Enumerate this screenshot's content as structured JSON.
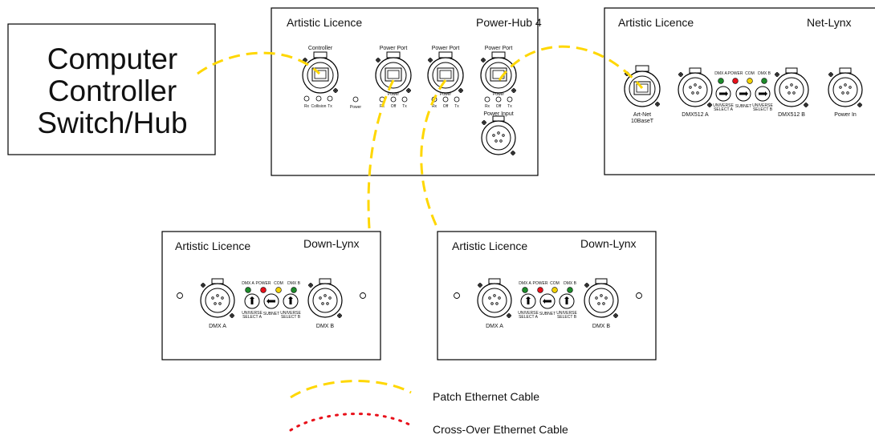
{
  "colors": {
    "patch_cable": "#ffd700",
    "crossover_cable": "#e8101a",
    "led_green": "#1d8a2a",
    "led_red": "#e8101a",
    "led_yellow": "#f2d200"
  },
  "controller": {
    "lines": [
      "Computer",
      "Controller",
      "Switch/Hub"
    ]
  },
  "power_hub": {
    "brand": "Artistic Licence",
    "model": "Power-Hub 4",
    "controller_label": "Controller",
    "power_port_label": "Power Port",
    "power_label": "Power",
    "power_input_label": "Power Input",
    "controller_leds": [
      "Rx",
      "Collision",
      "Tx"
    ],
    "port_leds": [
      "Rx",
      "Off",
      "Tx"
    ]
  },
  "net_lynx": {
    "brand": "Artistic Licence",
    "model": "Net-Lynx",
    "artnet_line1": "Art-Net",
    "artnet_line2": "10BaseT",
    "dmx_a": "DMX512 A",
    "dmx_b": "DMX512 B",
    "power_in": "Power In",
    "led_labels": [
      "DMX A",
      "POWER",
      "COM",
      "DMX B"
    ],
    "universe_line1": "UNIVERSE",
    "select_a": "SELECT A",
    "select_b": "SELECT B",
    "subnet": "SUBNET"
  },
  "down_lynx_1": {
    "brand": "Artistic Licence",
    "model": "Down-Lynx",
    "dmx_a": "DMX A",
    "dmx_b": "DMX B"
  },
  "down_lynx_2": {
    "brand": "Artistic Licence",
    "model": "Down-Lynx",
    "dmx_a": "DMX A",
    "dmx_b": "DMX B"
  },
  "legend": {
    "patch": "Patch Ethernet Cable",
    "crossover": "Cross-Over Ethernet Cable"
  }
}
